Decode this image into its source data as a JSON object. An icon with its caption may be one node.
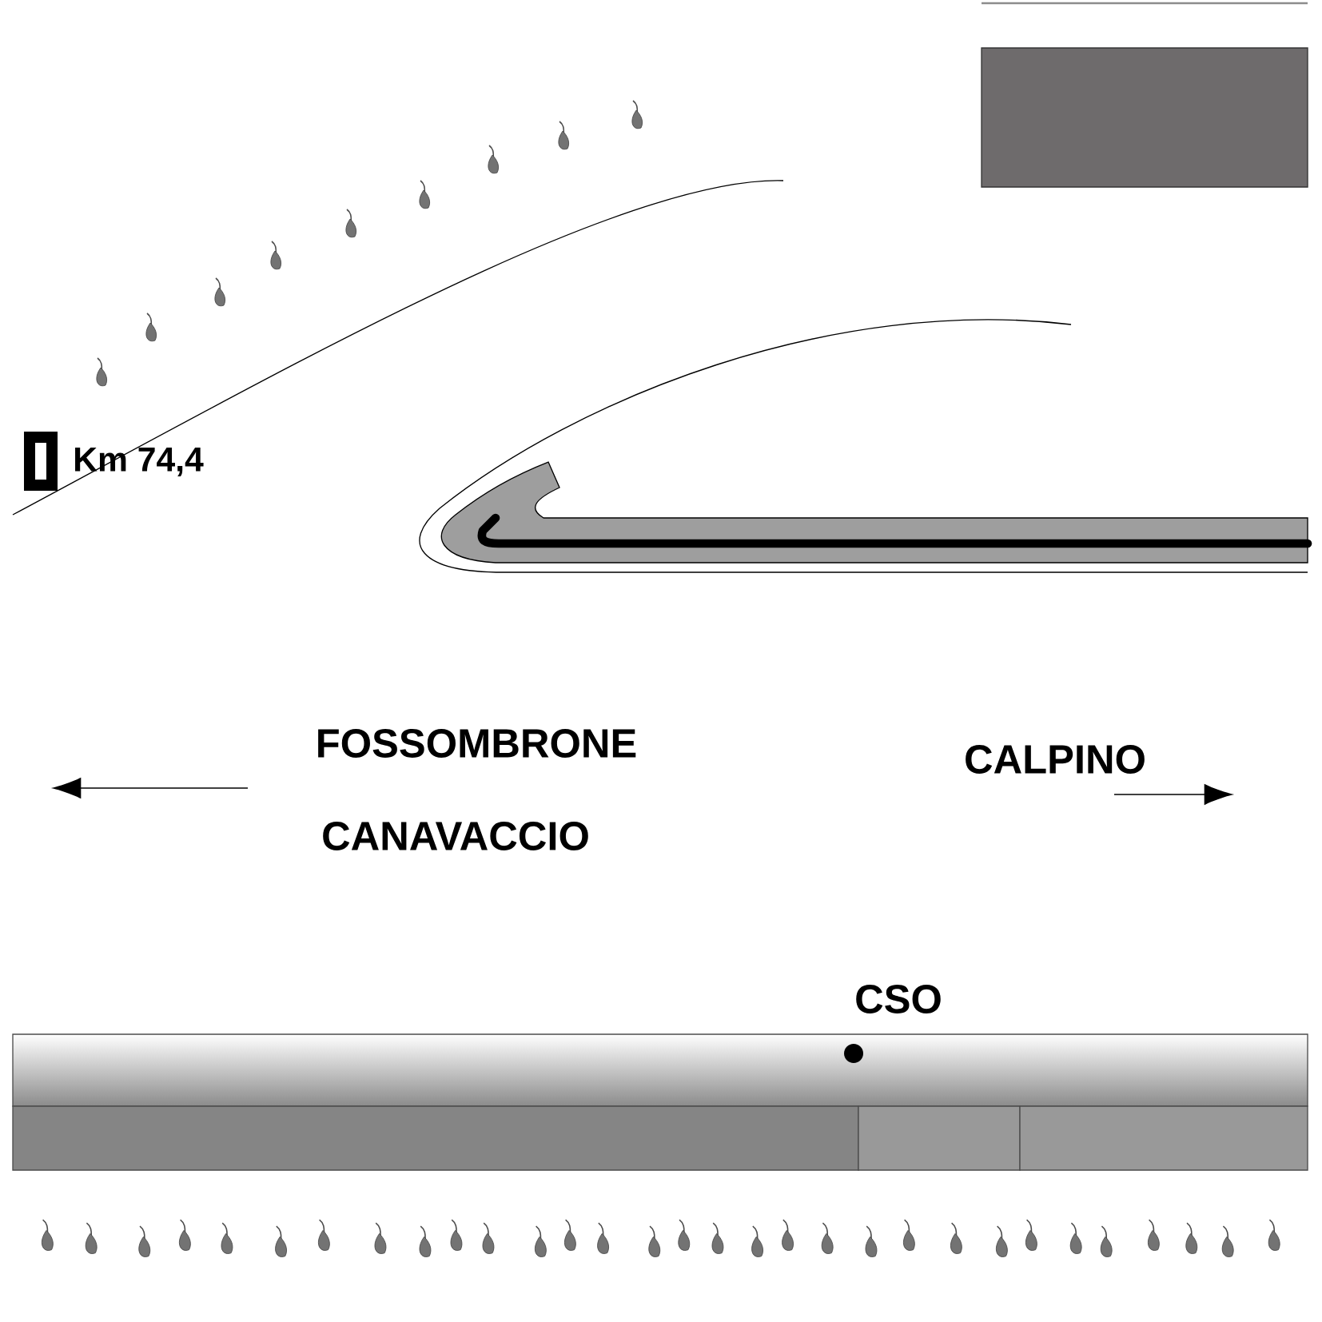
{
  "diagram": {
    "labels": [
      "Km 74,4",
      "FOSSOMBRONE",
      "CALPINO",
      "CANAVACCIO",
      "CSO"
    ]
  }
}
